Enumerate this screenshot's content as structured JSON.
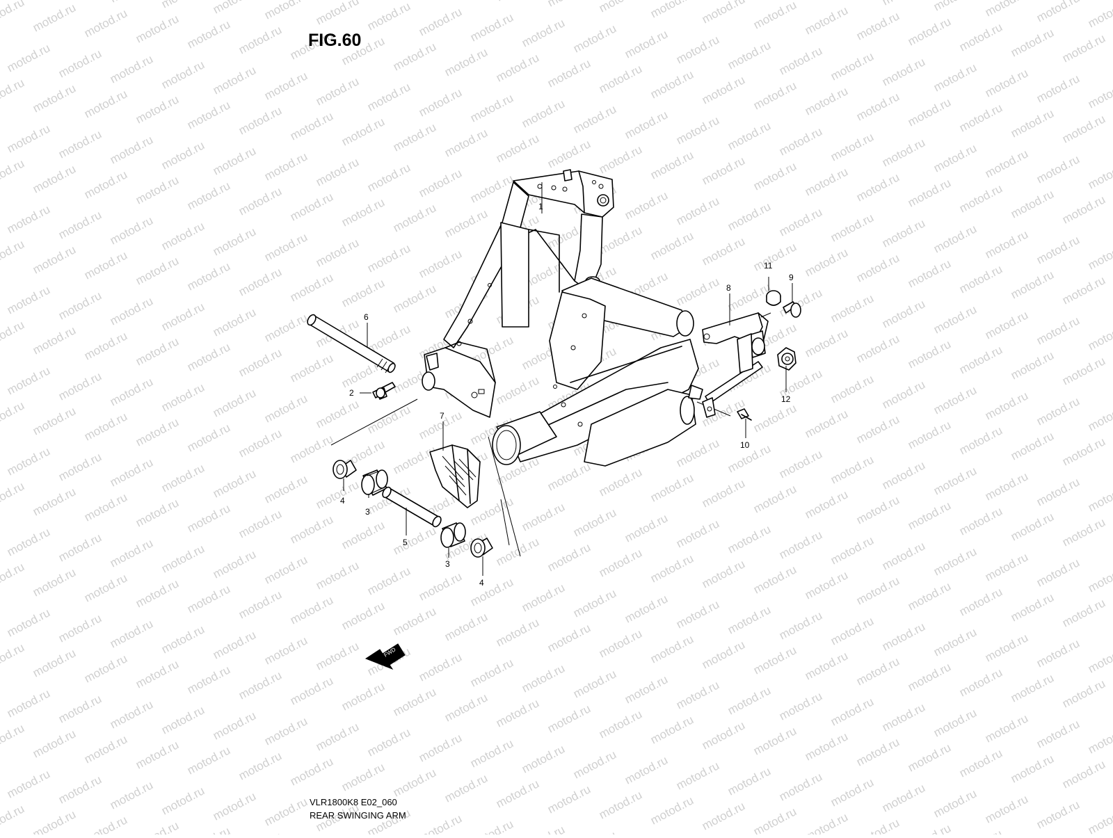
{
  "figure": {
    "title": "FIG.60",
    "code": "VLR1800K8 E02_060",
    "name": "REAR SWINGING ARM",
    "fwd_marker": "FWD"
  },
  "watermark": {
    "text": "motod.ru",
    "color": "#cfcfcf"
  },
  "callouts": [
    "1",
    "2",
    "3",
    "3",
    "4",
    "4",
    "5",
    "6",
    "7",
    "8",
    "9",
    "10",
    "11",
    "12"
  ],
  "colors": {
    "line": "#000000",
    "background": "#ffffff"
  }
}
